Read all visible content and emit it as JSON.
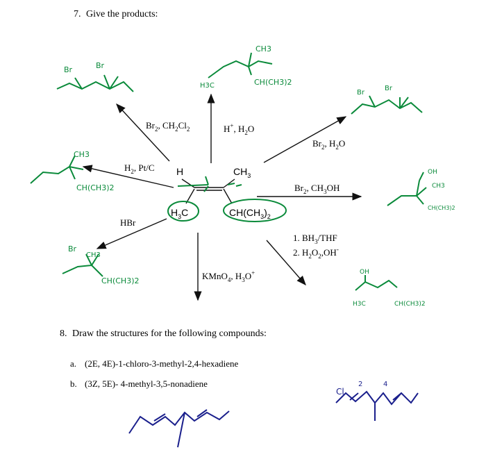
{
  "q7": {
    "number": "7.",
    "text": "Give the products:"
  },
  "reagents": {
    "top_left_a": "Br",
    "top_left_b": "2",
    "top_left_c": ", CH",
    "top_left_d": "2",
    "top_left_e": "Cl",
    "top_left_f": "2",
    "top_a": "H",
    "top_b": "+",
    "top_c": ", H",
    "top_d": "2",
    "top_e": "O",
    "top_right_a": "Br",
    "top_right_b": "2",
    "top_right_c": ", H",
    "top_right_d": "2",
    "top_right_e": "O",
    "left_a": "H",
    "left_b": "2",
    "left_c": ", Pt/C",
    "right_a": "Br",
    "right_b": "2",
    "right_c": ", CH",
    "right_d": "3",
    "right_e": "OH",
    "bottom_left": "HBr",
    "bottom_right_1": "1. BH",
    "bottom_right_1s": "3",
    "bottom_right_1t": "/THF",
    "bottom_right_2": "2. H",
    "bottom_right_2s": "2",
    "bottom_right_2t": "O",
    "bottom_right_2u": "2",
    "bottom_right_2v": ",OH",
    "bottom_right_2w": "-",
    "bottom_a": "KMnO",
    "bottom_b": "4",
    "bottom_c": ", H",
    "bottom_d": "3",
    "bottom_e": "O",
    "bottom_f": "+"
  },
  "molecule": {
    "h": "H",
    "ch3_a": "CH",
    "ch3_b": "3",
    "h3c_a": "H",
    "h3c_b": "3",
    "h3c_c": "C",
    "ch_a": "CH(CH",
    "ch_b": "3",
    "ch_c": ")",
    "ch_d": "2"
  },
  "handwriting": {
    "br": "Br",
    "ch3": "CH3",
    "h3c": "H3C",
    "chch32": "CH(CH3)2",
    "oh": "OH",
    "cl": "Cl",
    "n2": "2",
    "n4": "4"
  },
  "q8": {
    "number": "8.",
    "text": "Draw the structures for the following compounds:",
    "a_label": "a.",
    "a_text": "(2E, 4E)-1-chloro-3-methyl-2,4-hexadiene",
    "b_label": "b.",
    "b_text": "(3Z, 5E)- 4-methyl-3,5-nonadiene"
  },
  "colors": {
    "ink": "#111111",
    "green": "#0a8a3a",
    "navy": "#1a1f8c"
  }
}
